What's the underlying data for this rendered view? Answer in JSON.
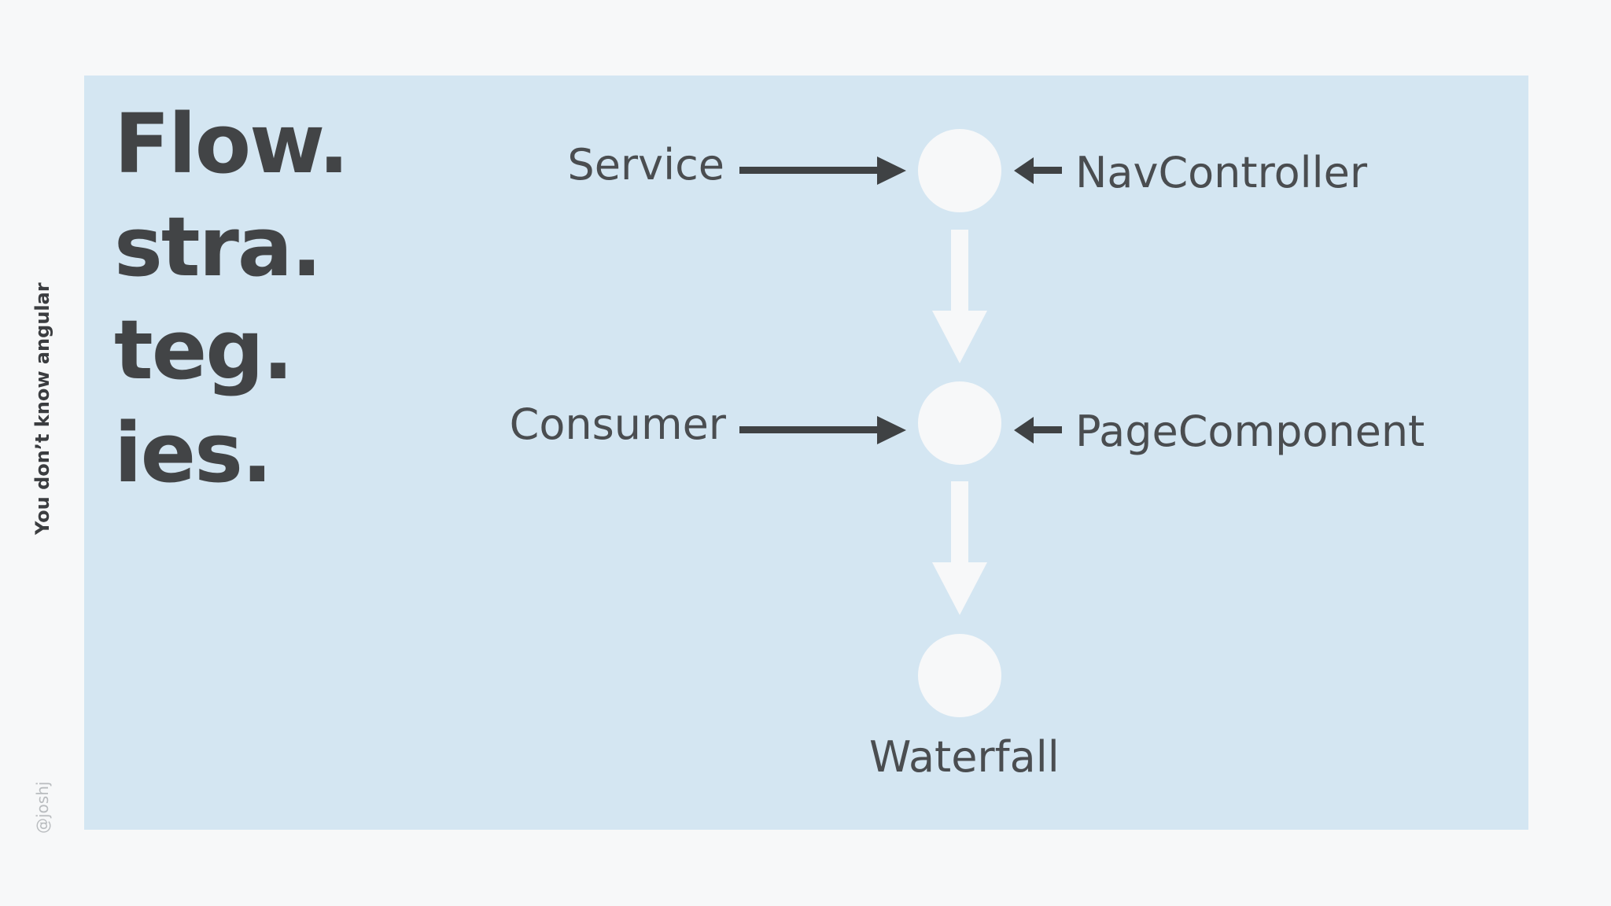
{
  "slide": {
    "title_lines": [
      "Flow.",
      "stra.",
      "teg.",
      "ies."
    ],
    "side_title": "You don’t know angular",
    "side_handle": "@joshj"
  },
  "diagram": {
    "nodes": [
      {
        "id": "node-top"
      },
      {
        "id": "node-middle"
      },
      {
        "id": "node-bottom"
      }
    ],
    "labels": {
      "service": "Service",
      "nav_controller": "NavController",
      "consumer": "Consumer",
      "page_component": "PageComponent",
      "waterfall": "Waterfall"
    },
    "colors": {
      "panel": "#d4e6f2",
      "node": "#f7f8f9",
      "arrow_dark": "#3f4244",
      "arrow_light": "#f7f8f9"
    }
  }
}
